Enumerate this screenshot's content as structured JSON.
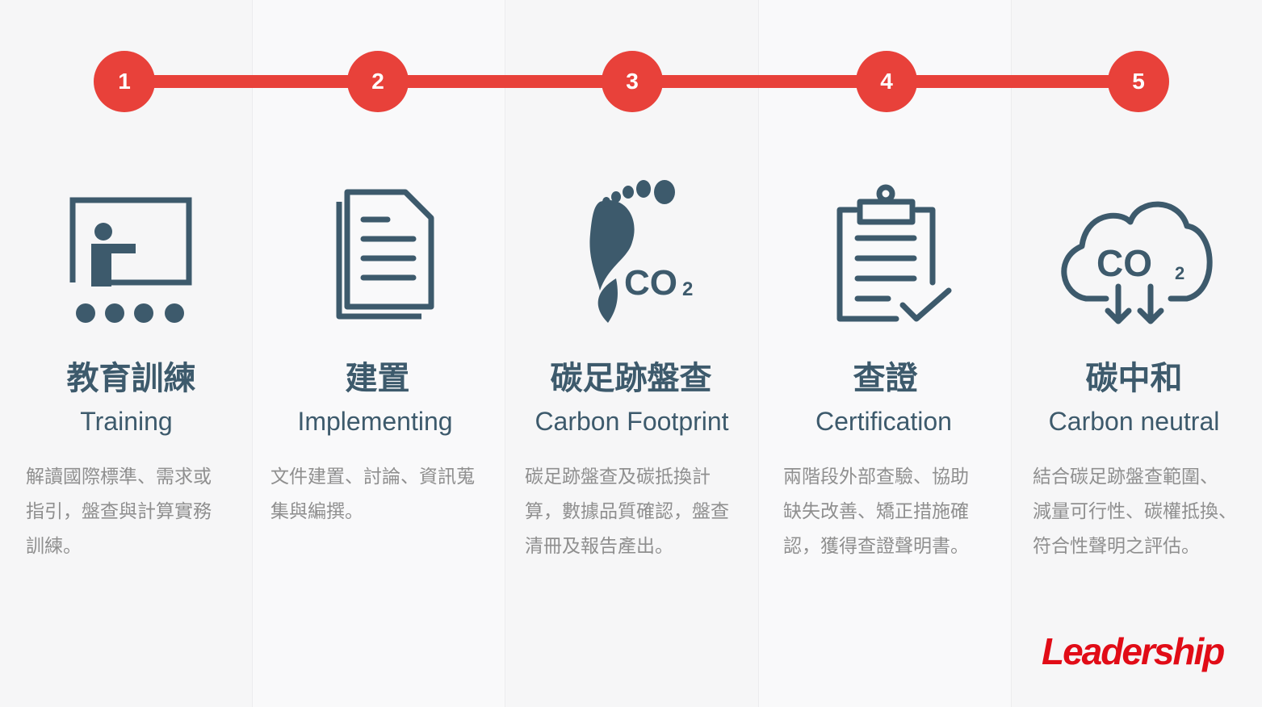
{
  "steps": [
    {
      "num": "1",
      "title": "教育訓練",
      "subtitle": "Training",
      "desc": [
        "解讀國際標準、需求或",
        "指引，盤查與計算實務",
        "訓練。"
      ]
    },
    {
      "num": "2",
      "title": "建置",
      "subtitle": "Implementing",
      "desc": [
        "文件建置、討論、資訊蒐",
        "集與編撰。"
      ]
    },
    {
      "num": "3",
      "title": "碳足跡盤查",
      "subtitle": "Carbon Footprint",
      "desc": [
        "碳足跡盤查及碳抵換計",
        "算，數據品質確認，盤查",
        "清冊及報告產出。"
      ]
    },
    {
      "num": "4",
      "title": "查證",
      "subtitle": "Certification",
      "desc": [
        "兩階段外部查驗、協助",
        "缺失改善、矯正措施確",
        "認，獲得查證聲明書。"
      ]
    },
    {
      "num": "5",
      "title": "碳中和",
      "subtitle": "Carbon neutral",
      "desc": [
        "結合碳足跡盤查範圍、",
        "減量可行性、碳權抵換、",
        "符合性聲明之評估。"
      ]
    }
  ],
  "icon_text": {
    "co2": "CO",
    "sub2": "2"
  },
  "logo": "Leadership",
  "colors": {
    "accent": "#e8413a",
    "icon": "#3d5a6c",
    "logo": "#e10c17"
  }
}
